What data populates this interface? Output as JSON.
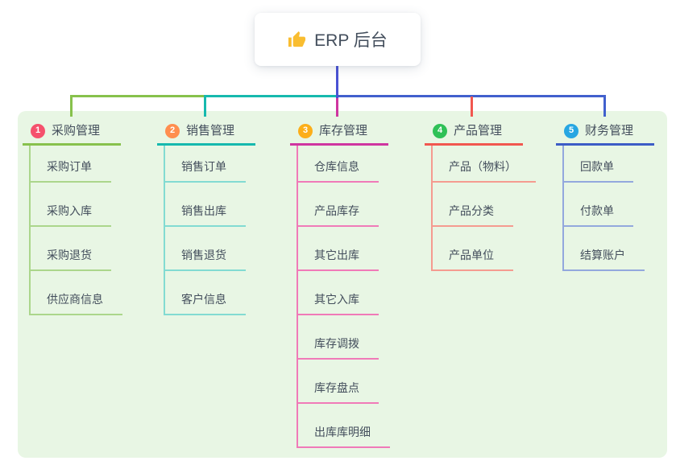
{
  "root": {
    "label": "ERP 后台",
    "icon": "thumbs-up-icon"
  },
  "branches": [
    {
      "index": "1",
      "title": "采购管理",
      "children": [
        "采购订单",
        "采购入库",
        "采购退货",
        "供应商信息"
      ]
    },
    {
      "index": "2",
      "title": "销售管理",
      "children": [
        "销售订单",
        "销售出库",
        "销售退货",
        "客户信息"
      ]
    },
    {
      "index": "3",
      "title": "库存管理",
      "children": [
        "仓库信息",
        "产品库存",
        "其它出库",
        "其它入库",
        "库存调拨",
        "库存盘点",
        "出库库明细"
      ]
    },
    {
      "index": "4",
      "title": "产品管理",
      "children": [
        "产品（物料）",
        "产品分类",
        "产品单位"
      ]
    },
    {
      "index": "5",
      "title": "财务管理",
      "children": [
        "回款单",
        "付款单",
        "结算账户"
      ]
    }
  ],
  "theme": {
    "vars": {
      "panel-bg": "#e8f6e4",
      "text": "#434e5c",
      "root-line": "#4a52d4",
      "bus-blue": "#4160cd",
      "thumb-yellow": "#f9bd30",
      "b1-badge": "#f5516d",
      "b1-line": "#87c14c",
      "b1-child": "#abd68b",
      "b2-badge": "#ff8e4f",
      "b2-line": "#16b9ae",
      "b2-child": "#82dbd2",
      "b3-badge": "#fcae19",
      "b3-line": "#cf35a0",
      "b3-child": "#f07ab8",
      "b4-badge": "#2fc157",
      "b4-line": "#f1574f",
      "b4-child": "#f59b90",
      "b5-badge": "#27a6e2",
      "b5-line": "#3d5cc6",
      "b5-child": "#93a8dd"
    }
  }
}
